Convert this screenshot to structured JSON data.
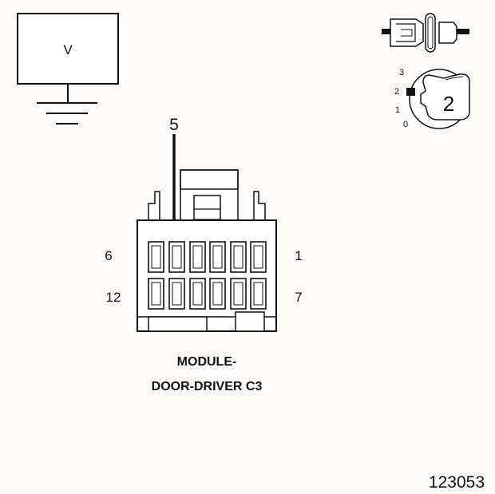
{
  "meter": {
    "label": "V"
  },
  "probe_pin": {
    "label": "5"
  },
  "connector": {
    "row1_left": "6",
    "row1_right": "1",
    "row2_left": "12",
    "row2_right": "7",
    "name_line1": "MODULE-",
    "name_line2": "DOOR-DRIVER C3"
  },
  "ignition": {
    "pos3": "3",
    "pos2": "2",
    "pos1": "1",
    "pos0": "0",
    "key_position": "2"
  },
  "figure_number": "123053"
}
